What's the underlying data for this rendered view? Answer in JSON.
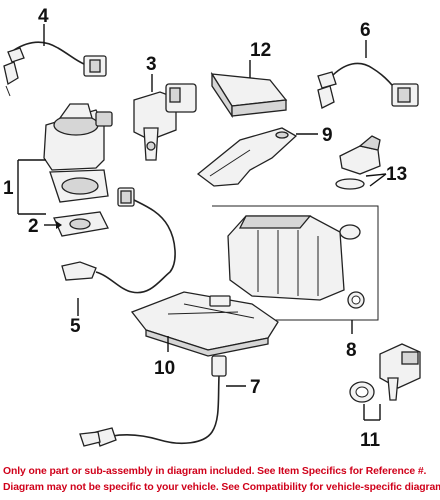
{
  "callouts": {
    "c1": "1",
    "c2": "2",
    "c3": "3",
    "c4": "4",
    "c5": "5",
    "c6": "6",
    "c7": "7",
    "c8": "8",
    "c9": "9",
    "c10": "10",
    "c11": "11",
    "c12": "12",
    "c13": "13"
  },
  "footer": {
    "line1": "Only one part or sub-assembly in diagram included. See Item Specifics for Reference #.",
    "line2": "Diagram may not be specific to your vehicle. See Compatibility for vehicle-specific diagrams."
  }
}
